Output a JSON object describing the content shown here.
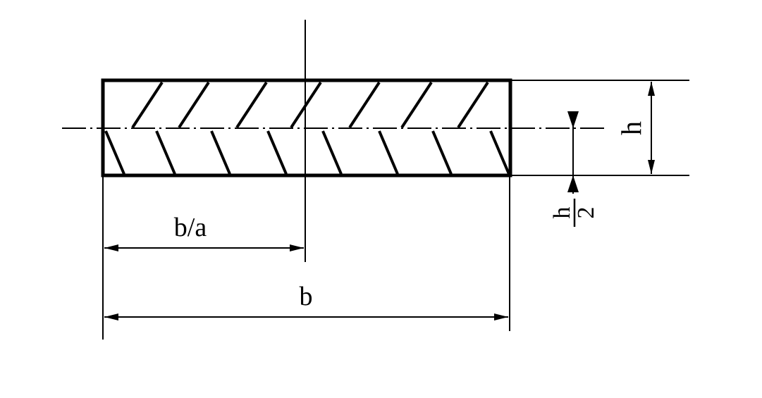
{
  "diagram": {
    "labels": {
      "height": "h",
      "half_height_num": "h",
      "half_height_den": "2",
      "offset_width": "b/a",
      "width": "b"
    },
    "colors": {
      "stroke": "#000000",
      "background": "#ffffff"
    }
  }
}
